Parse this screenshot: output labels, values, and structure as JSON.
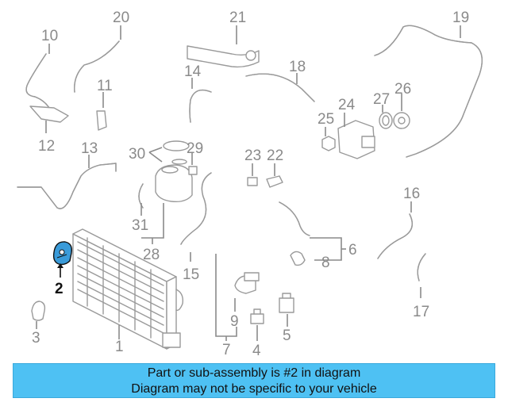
{
  "callouts": {
    "c1": "1",
    "c2": "2",
    "c3": "3",
    "c4": "4",
    "c5": "5",
    "c6": "6",
    "c7": "7",
    "c8": "8",
    "c9": "9",
    "c10": "10",
    "c11": "11",
    "c12": "12",
    "c13": "13",
    "c14": "14",
    "c15": "15",
    "c16": "16",
    "c17": "17",
    "c18": "18",
    "c19": "19",
    "c20": "20",
    "c21": "21",
    "c22": "22",
    "c23": "23",
    "c24": "24",
    "c25": "25",
    "c26": "26",
    "c27": "27",
    "c28": "28",
    "c29": "29",
    "c30": "30",
    "c31": "31"
  },
  "highlight": {
    "part_number": "2",
    "color": "#3a9bd9"
  },
  "banner": {
    "line1": "Part or sub-assembly is #2 in diagram",
    "line2": "Diagram may not be specific to your vehicle",
    "background": "#4ec1f3"
  }
}
